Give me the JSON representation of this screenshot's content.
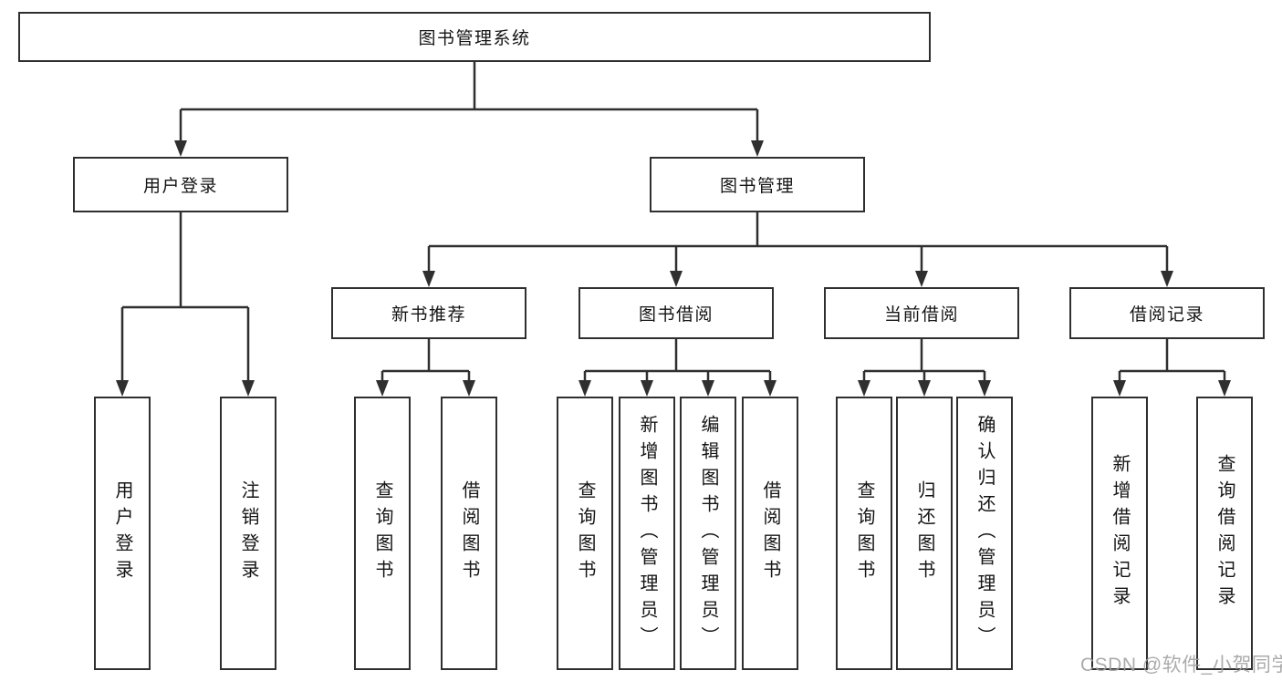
{
  "colors": {
    "background": "#ffffff",
    "line": "#2f2f2f",
    "box_border": "#2f2f2f",
    "text": "#141414",
    "watermark": "#a0a0a0"
  },
  "tree": {
    "root": "图书管理系统",
    "branches": [
      {
        "label": "用户登录",
        "children": [
          {
            "label": "用户登录"
          },
          {
            "label": "注销登录"
          }
        ]
      },
      {
        "label": "图书管理",
        "children": [
          {
            "label": "新书推荐",
            "children": [
              {
                "label": "查询图书"
              },
              {
                "label": "借阅图书"
              }
            ]
          },
          {
            "label": "图书借阅",
            "children": [
              {
                "label": "查询图书"
              },
              {
                "label": "新增图书（管理员）"
              },
              {
                "label": "编辑图书（管理员）"
              },
              {
                "label": "借阅图书"
              }
            ]
          },
          {
            "label": "当前借阅",
            "children": [
              {
                "label": "查询图书"
              },
              {
                "label": "归还图书"
              },
              {
                "label": "确认归还（管理员）"
              }
            ]
          },
          {
            "label": "借阅记录",
            "children": [
              {
                "label": "新增借阅记录"
              },
              {
                "label": "查询借阅记录"
              }
            ]
          }
        ]
      }
    ]
  },
  "watermark": {
    "text": "CSDN @软件_小贺同学"
  }
}
